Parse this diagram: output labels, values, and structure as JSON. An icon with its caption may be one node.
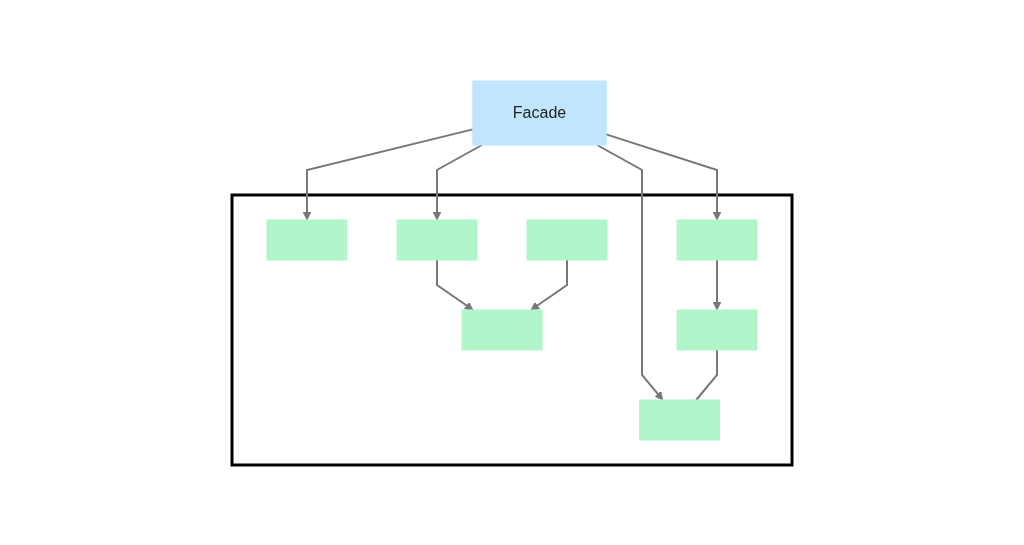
{
  "diagram": {
    "nodes": [
      {
        "text": [
          "Facade"
        ]
      },
      {
        "text": [],
        "shape": "box"
      },
      {
        "text": [],
        "shape": "box",
        "in": 1
      },
      {
        "text": [],
        "shape": "box",
        "in": 1
      },
      {
        "text": [],
        "shape": "box",
        "in": 1
      },
      {
        "text": [],
        "shape": "box",
        "in": 1
      },
      {
        "text": [],
        "shape": "box",
        "in": 1
      },
      {
        "text": [],
        "shape": "box",
        "in": 1
      },
      {
        "text": [],
        "shape": "box",
        "in": 1
      }
    ],
    "edges": [
      {
        "from": 0,
        "to": 2,
        "arrow": "to"
      },
      {
        "from": 0,
        "to": 5,
        "arrow": "to"
      },
      {
        "from": 0,
        "to": 8,
        "arrow": "to"
      },
      {
        "from": 0,
        "to": 6,
        "arrow": "to"
      },
      {
        "from": 4,
        "to": 5,
        "arrow": "none"
      },
      {
        "from": 8,
        "to": 4,
        "arrow": "to"
      },
      {
        "from": 6,
        "to": 3,
        "arrow": "to"
      },
      {
        "from": 7,
        "to": 3,
        "arrow": "to"
      }
    ]
  }
}
